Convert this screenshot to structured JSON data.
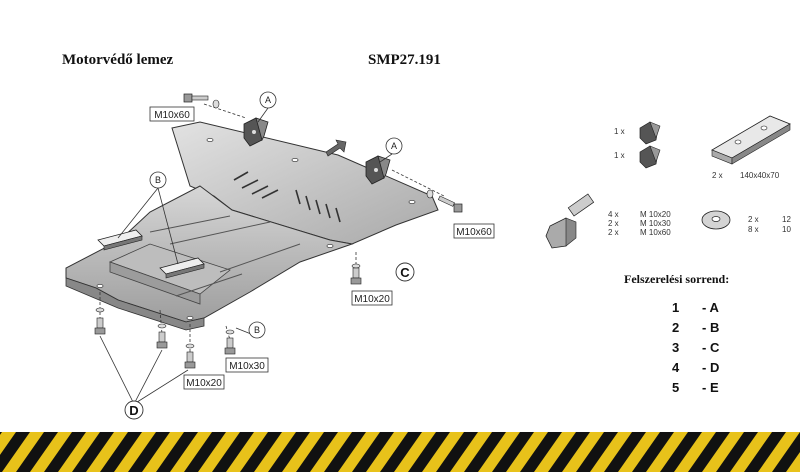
{
  "header": {
    "title": "Motorvédő lemez",
    "code": "SMP27.191"
  },
  "diagram": {
    "bolt_labels": {
      "top_left": "M10x60",
      "right": "M10x60",
      "center": "M10x20",
      "bottom_left": "M10x20",
      "bottom_mid": "M10x30"
    },
    "callouts": {
      "a1": "A",
      "a2": "A",
      "b1": "B",
      "b2": "B",
      "c": "C",
      "d": "D"
    }
  },
  "parts": {
    "bracket_qty_1": "1 x",
    "bracket_qty_2": "1 x",
    "plate_qty": "2 x",
    "plate_size": "140x40x70",
    "bolts": [
      {
        "qty": "4 x",
        "size": "M 10x20"
      },
      {
        "qty": "2 x",
        "size": "M 10x30"
      },
      {
        "qty": "2 x",
        "size": "M 10x60"
      }
    ],
    "washers": [
      {
        "qty": "2 x",
        "size": "12"
      },
      {
        "qty": "8 x",
        "size": "10"
      }
    ]
  },
  "order": {
    "title": "Felszerelési sorrend:",
    "steps": [
      {
        "num": "1",
        "letter": "- A"
      },
      {
        "num": "2",
        "letter": "- B"
      },
      {
        "num": "3",
        "letter": "- C"
      },
      {
        "num": "4",
        "letter": "- D"
      },
      {
        "num": "5",
        "letter": "- E"
      }
    ]
  },
  "colors": {
    "hazard_yellow": "#e8c21a",
    "hazard_black": "#111111",
    "plate_gray": "#c8c8c8"
  }
}
